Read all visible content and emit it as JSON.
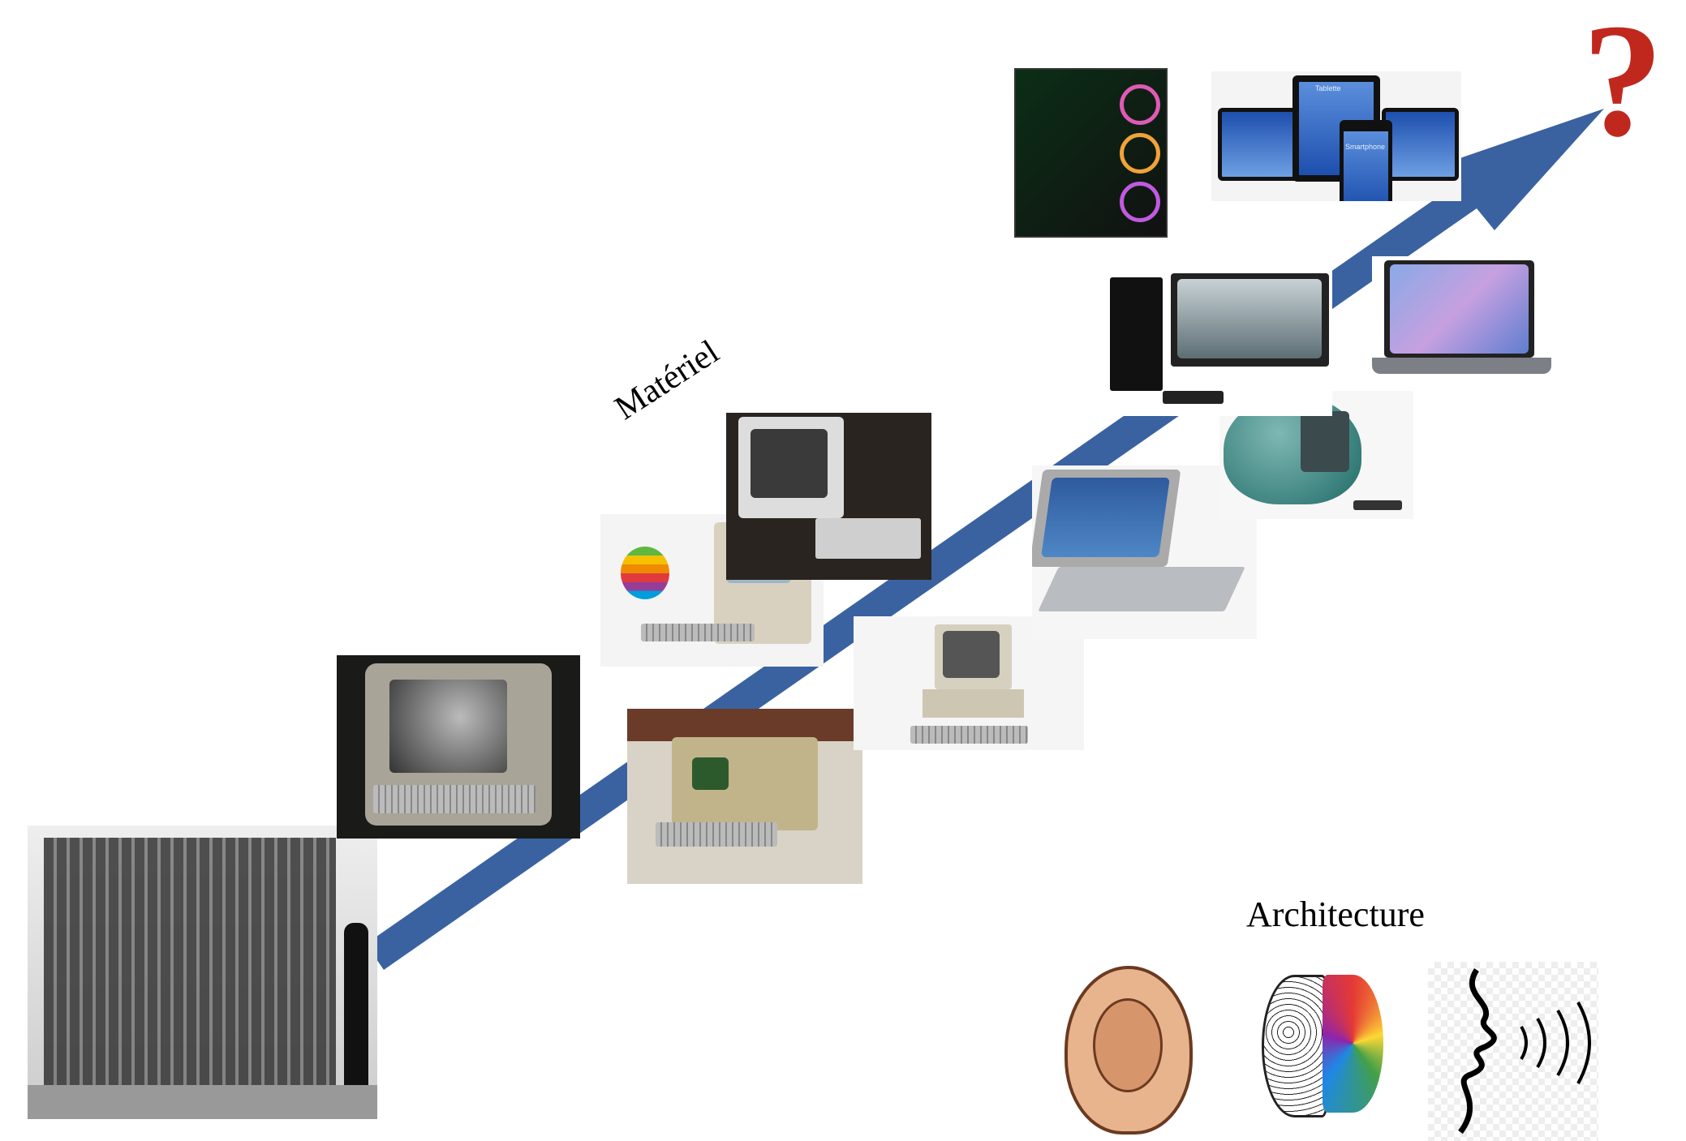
{
  "labels": {
    "hardware": "Matériel",
    "architecture": "Architecture",
    "future": "?"
  },
  "images": {
    "devices_tablet_text": "Tablette",
    "devices_phone_text": "Smartphone"
  },
  "colors": {
    "arrow": "#3a62a0",
    "question_mark": "#c0281e"
  }
}
